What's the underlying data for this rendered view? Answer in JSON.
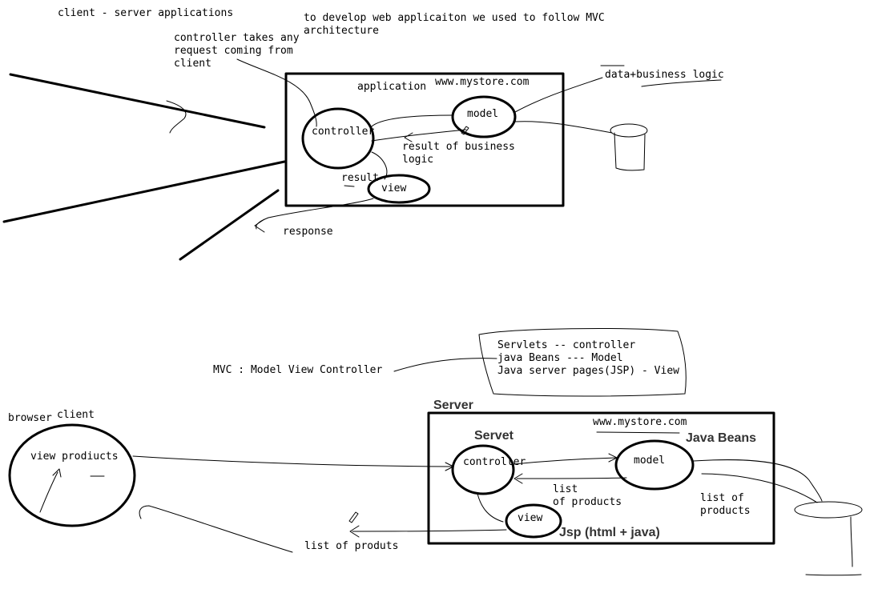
{
  "top": {
    "heading": "client - server applications",
    "mvc_note_line1": "to develop web applicaiton we used to follow MVC",
    "mvc_note_line2": "architecture",
    "controller_note_line1": "controller takes any",
    "controller_note_line2": "request coming from",
    "controller_note_line3": "client",
    "application_label": "application",
    "domain": "www.mystore.com",
    "controller": "controller",
    "model": "model",
    "view": "view",
    "data_logic": "data+business logic",
    "business_result_line1": "result of business",
    "business_result_line2": "logic",
    "result": "result",
    "response": "response"
  },
  "bottom": {
    "mvc_expansion": "MVC : Model View Controller",
    "mapping_line1": "Servlets -- controller",
    "mapping_line2": "java Beans --- Model",
    "mapping_line3": "Java server pages(JSP) - View",
    "server": "Server",
    "domain": "www.mystore.com",
    "servet": "Servet",
    "java_beans": "Java Beans",
    "browser": "browser",
    "client": "client",
    "view_products": "view prodiucts",
    "controller": "controller",
    "model": "model",
    "view": "view",
    "list_products_1_line1": "list",
    "list_products_1_line2": "of products",
    "list_products_2_line1": "list of",
    "list_products_2_line2": "products",
    "jsp": "Jsp (html + java)",
    "list_produts": "list of produts"
  }
}
